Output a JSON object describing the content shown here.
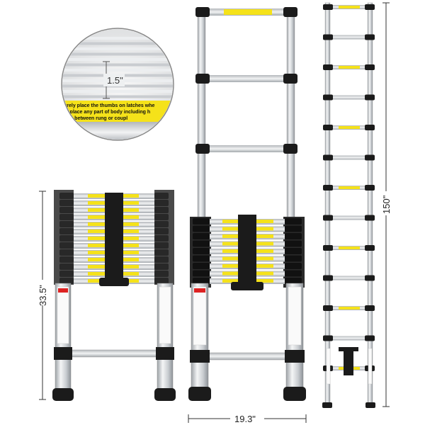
{
  "dimensions": {
    "closed_height": "33.5\"",
    "width": "19.3\"",
    "extended_height": "150\"",
    "rung_depth": "1.5\""
  },
  "zoom_callout": {
    "warning_line_1": "urely place the thumbs on latches whe",
    "warning_line_2": "ot place any part of body including h",
    "warning_line_3": "g or between rung or coupl"
  },
  "colors": {
    "aluminum": "#d9dcdf",
    "black": "#1b1b1b",
    "label_yellow": "#f5e21a",
    "dimension_line": "#333333"
  }
}
